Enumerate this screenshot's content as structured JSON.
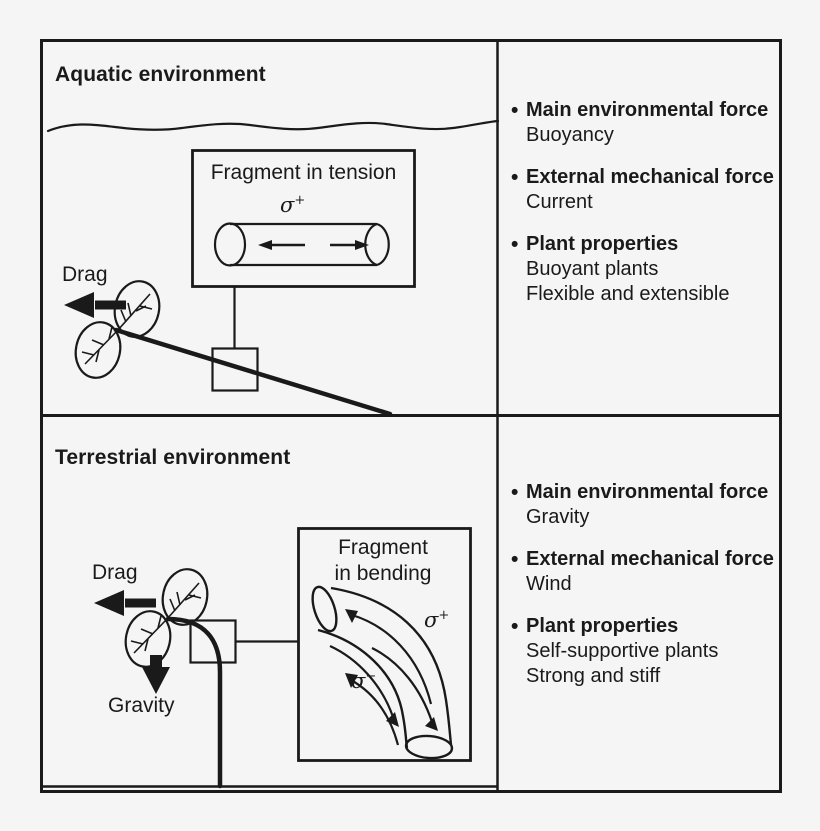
{
  "figure": {
    "background_color": "#f5f5f5",
    "line_color": "#1a1a1a",
    "panels": [
      {
        "id": "aquatic",
        "title": "Aquatic environment",
        "diagram_box_label": "Fragment in tension",
        "stress_symbols": [
          "σ+"
        ],
        "force_arrows": [
          "Drag"
        ],
        "bullets": [
          {
            "head": "Main environmental force",
            "sub": "Buoyancy"
          },
          {
            "head": "External mechanical force",
            "sub": "Current"
          },
          {
            "head": "Plant properties",
            "sub": "Buoyant plants\nFlexible and extensible"
          }
        ]
      },
      {
        "id": "terrestrial",
        "title": "Terrestrial environment",
        "diagram_box_label": "Fragment\nin bending",
        "stress_symbols": [
          "σ+",
          "σ−"
        ],
        "force_arrows": [
          "Drag",
          "Gravity"
        ],
        "bullets": [
          {
            "head": "Main environmental force",
            "sub": "Gravity"
          },
          {
            "head": "External mechanical force",
            "sub": "Wind"
          },
          {
            "head": "Plant properties",
            "sub": "Self-supportive plants\nStrong and stiff"
          }
        ]
      }
    ],
    "labels": {
      "aquatic_title": "Aquatic environment",
      "terrestrial_title": "Terrestrial environment",
      "tension_box": "Fragment in tension",
      "bending_box": "Fragment\nin bending",
      "drag": "Drag",
      "gravity": "Gravity",
      "sigma_plus": "σ",
      "sigma_plus_sup": "+",
      "sigma_minus": "σ",
      "sigma_minus_sup": "−"
    },
    "bullet_marker": "•"
  }
}
